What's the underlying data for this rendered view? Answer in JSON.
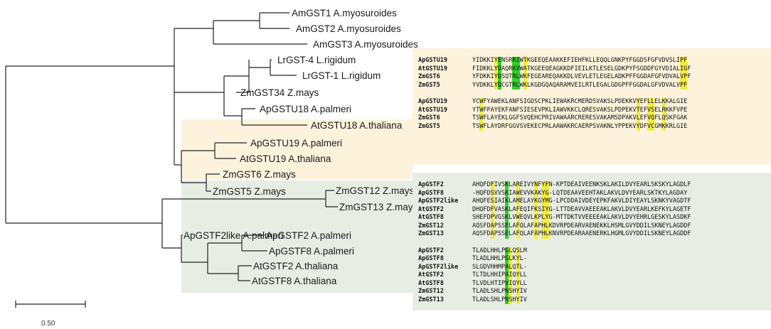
{
  "tree": {
    "leaves": [
      "AmGST1 A.myosuroides",
      "AmGST2 A.myosuroides",
      "AmGST3 A.myosuroides",
      "LrGST-4 L.rigidum",
      "LrGST-1 L.rigidum",
      "ZmGST34 Z.mays",
      "ApGSTU18 A.palmeri",
      "AtGSTU18 A.thaliana",
      "ApGSTU19 A.palmeri",
      "AtGSTU19 A.thaliana",
      "ZmGST6 Z.mays",
      "ZmGST5 Z.mays",
      "ZmGST12 Z.mays",
      "ZmGST13 Z.mays",
      "ApGSTF2like A.palmeri",
      "ApGSTF2 A.palmeri",
      "ApGSTF8 A.palmeri",
      "AtGSTF2 A.thaliana",
      "AtGSTF8 A.thaliana"
    ],
    "scale_label": "0.50",
    "colors": {
      "tau_group": "#fdf3dc",
      "phi_group": "#e7ede3",
      "branch": "#222222"
    }
  },
  "alignment_tau": {
    "blocks": [
      {
        "rows": [
          {
            "name": "ApGSTU19",
            "seq": "YIDKKIYENSRRIWTKGEEQEAAKKEFIEHFKLLEQQLGNKPYFGGDSFGFVDVSLIPF"
          },
          {
            "name": "AtGSTU19",
            "seq": "FIDKKLYDAQRKVWATKGEEQEAGKKDFIEILKTLESELGDKPYFSGDDFGYVDIALIGF"
          },
          {
            "name": "ZmGST6",
            "seq": "YFDKKIYDSQTRLWKFEGEAREQAKKDLVEVLETLEGELADKPFFGGDAFGFVDVALVPF"
          },
          {
            "name": "ZmGST5",
            "seq": "YVDKKLYDCGTRLWKLKGDGQAQARAMVEILRTLEGALGDGPFFGGDALGFVDVALVPF"
          }
        ],
        "highlights": [
          {
            "col": 6,
            "color": "yellow"
          },
          {
            "col": 7,
            "color": "green"
          },
          {
            "col": 11,
            "color": "green"
          },
          {
            "col": 12,
            "color": "green"
          },
          {
            "col": 14,
            "color": "yellow"
          },
          {
            "col": 57,
            "color": "yellow"
          },
          {
            "col": 58,
            "color": "yellow"
          }
        ]
      },
      {
        "rows": [
          {
            "name": "ApGSTU19",
            "seq": "YCWFYAWEKLANFSIGDSCPKLIEWAKRCMERDSVAKSLPDEKKVYEFLLELKKALGIE"
          },
          {
            "name": "AtGSTU19",
            "seq": "YTWFPAYEKFANFSIESEVPKLIAWVKKCLQRESVAKSLPDPEKVTEFVSELRKKFVPE"
          },
          {
            "name": "ZmGST6",
            "seq": "TSWFLAYEKLGGFSVQEHCPRIVAWAARCRERESVAKAMSDPAKVLEFVQFLQSKFGAK"
          },
          {
            "name": "ZmGST5",
            "seq": "TSWFLAYDRFGGVSVEKECPRLAAWAKRCAERPSVAKNLYPPEKVYDFVCGMKKRLGIE"
          }
        ],
        "highlights": [
          {
            "col": 2,
            "color": "yellow"
          },
          {
            "col": 45,
            "color": "yellow"
          },
          {
            "col": 48,
            "color": "yellow"
          },
          {
            "col": 49,
            "color": "yellow"
          },
          {
            "col": 52,
            "color": "yellow"
          }
        ]
      }
    ]
  },
  "alignment_phi": {
    "blocks": [
      {
        "rows": [
          {
            "name": "ApGSTF2",
            "seq": "AHQFDFIVSKLAREIVYNFYFN-KPTDEAIVEENKSKLAKILDVYEARLSKSKYLAGDLF"
          },
          {
            "name": "ApGSTF8",
            "seq": "-HQFDSVVSKIAWEVVKAKYG-LQTDEAAVEEHTAKLAKVLDVYEARLSKTKYLAGDAY"
          },
          {
            "name": "ApGSTF2like",
            "seq": "AHQFESIAIKLAMELAYKGYMG-LPCDDAIVDEYEPKFAKVLDIYEAYLSKNKYVAGDTF"
          },
          {
            "name": "AtGSTF2",
            "seq": "DHQFDFVASKLAFEQIFKSIYG-LTTDEAVVAEEEAKLAKVLDVYEARLKEFKYLAGETF"
          },
          {
            "name": "AtGSTF8",
            "seq": "SHEFDPVGSKLVWEQVLKPLYG-MTTDKTVVEEEEAKLAKVLDVYEHRLGESKYLASDKF"
          },
          {
            "name": "ZmGST12",
            "seq": "AQSFDAPSSELAFQLAFAPHLKDVRPDEARVAENEKKLHSMLGVYDDILSKNEYLAGDDF"
          },
          {
            "name": "ZmGST13",
            "seq": "AQSFDAPSSELAFQLAFAPHLKNVRPDEARAAENERKLHGMLGVYDDILSKNEYLAGDDF"
          }
        ],
        "highlights": [
          {
            "col": 5,
            "color": "yellow"
          },
          {
            "col": 9,
            "color": "green"
          },
          {
            "col": 12,
            "color": "yellow"
          },
          {
            "col": 17,
            "color": "yellow"
          },
          {
            "col": 19,
            "color": "yellow"
          },
          {
            "col": 20,
            "color": "yellow"
          }
        ]
      },
      {
        "rows": [
          {
            "name": "ApGSTF2",
            "seq": "TLADLHHLPGLQSLM"
          },
          {
            "name": "ApGSTF8",
            "seq": "TLADLHHLPGLKYL-"
          },
          {
            "name": "ApGSTF2like",
            "seq": "SLGDVHHMPALQTL-"
          },
          {
            "name": "AtGSTF2",
            "seq": "TLTDLHHIPAIQYLL"
          },
          {
            "name": "AtGSTF8",
            "seq": "TLVDLHTIPVIQYLL"
          },
          {
            "name": "ZmGST12",
            "seq": "TLADLSHLPNSHYIV"
          },
          {
            "name": "ZmGST13",
            "seq": "TLADLSHLPNSHYIV"
          }
        ],
        "highlights": [
          {
            "col": 9,
            "color": "green"
          },
          {
            "col": 10,
            "color": "yellow"
          },
          {
            "col": 12,
            "color": "yellow"
          }
        ]
      }
    ]
  }
}
